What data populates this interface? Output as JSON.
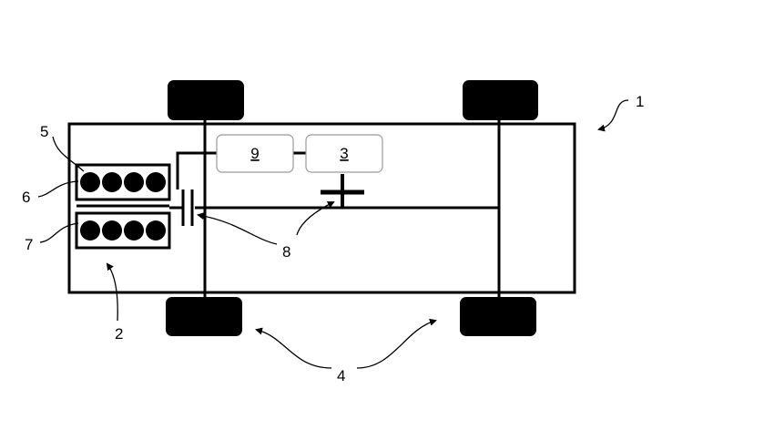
{
  "colors": {
    "stroke": "#000000",
    "fill": "#000000",
    "box_border": "#9a9a9a",
    "background": "#ffffff"
  },
  "reference_labels": {
    "vehicle": "1",
    "engine": "2",
    "motor": "3",
    "wheels": "4",
    "engine_block": "5",
    "upper_cylinder_bank": "6",
    "lower_cylinder_bank": "7",
    "clutch": "8"
  },
  "boxes": {
    "box_9": "9",
    "box_3": "3"
  }
}
